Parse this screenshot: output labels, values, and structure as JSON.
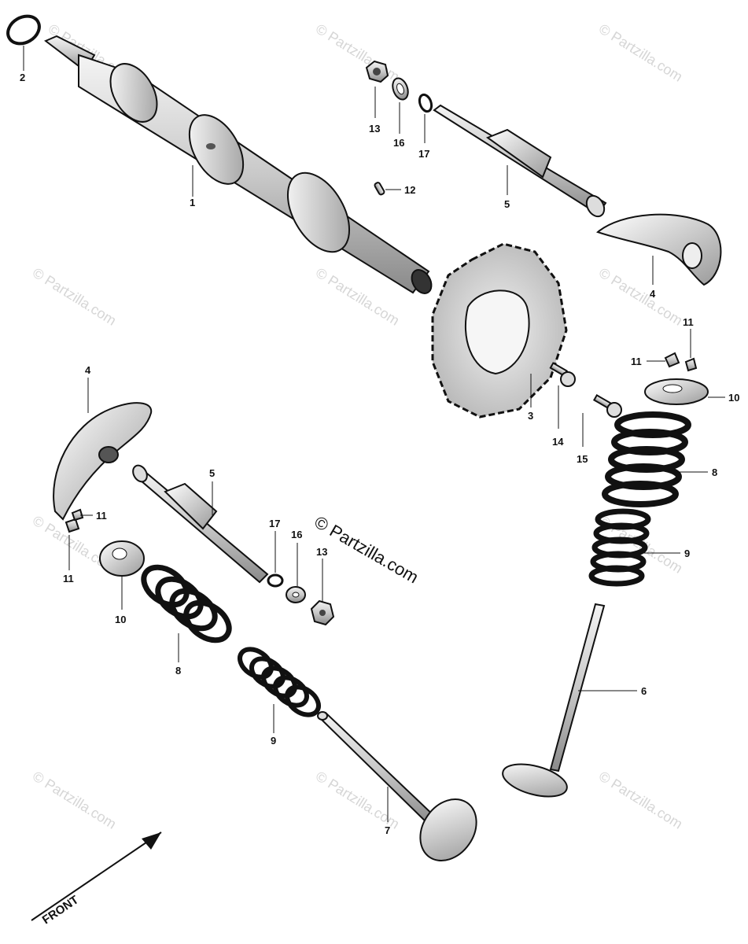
{
  "watermark": {
    "text": "© Partzilla.com",
    "center_text": "© Partzilla.com"
  },
  "direction_label": "FRONT",
  "callouts": {
    "c1": "1",
    "c2": "2",
    "c3": "3",
    "c4a": "4",
    "c4b": "4",
    "c5a": "5",
    "c5b": "5",
    "c6": "6",
    "c7": "7",
    "c8a": "8",
    "c8b": "8",
    "c9a": "9",
    "c9b": "9",
    "c10a": "10",
    "c10b": "10",
    "c11a": "11",
    "c11b": "11",
    "c11c": "11",
    "c11d": "11",
    "c12": "12",
    "c13a": "13",
    "c13b": "13",
    "c14": "14",
    "c15": "15",
    "c16a": "16",
    "c16b": "16",
    "c17a": "17",
    "c17b": "17"
  }
}
